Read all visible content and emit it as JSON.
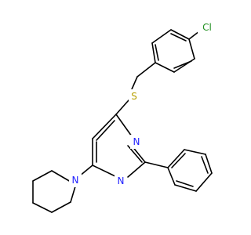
{
  "structure": {
    "atoms": [
      {
        "id": "cl",
        "label": "Cl",
        "color": "#1f8f1f"
      },
      {
        "id": "s",
        "label": "S",
        "color": "#b8a000"
      },
      {
        "id": "n_top",
        "label": "N",
        "color": "#2020ff"
      },
      {
        "id": "n_bottom",
        "label": "N",
        "color": "#2020ff"
      },
      {
        "id": "n_piperidine",
        "label": "N",
        "color": "#2020ff"
      }
    ]
  }
}
